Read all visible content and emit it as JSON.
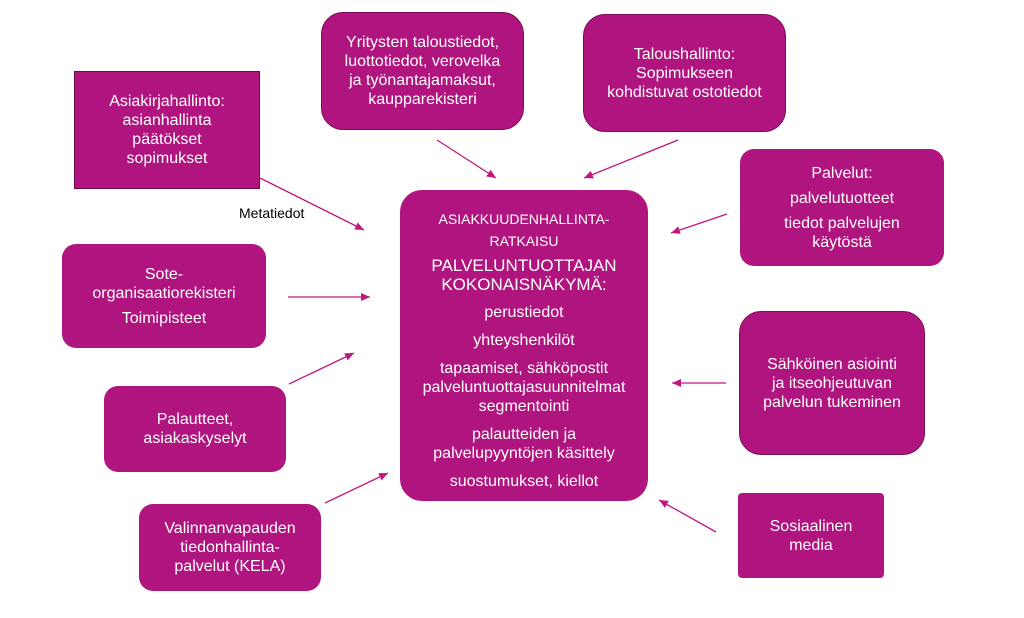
{
  "colors": {
    "box_fill": "#b0157f",
    "arrow": "#c0187f",
    "text": "#ffffff"
  },
  "boxes": {
    "asiakirjahallinto": [
      "Asiakirjahallinto:",
      "asianhallinta",
      "päätökset",
      "sopimukset"
    ],
    "yritysten": [
      "Yritysten taloustiedot,",
      "luottotiedot, verovelka",
      "ja työnantajamaksut,",
      "kaupparekisteri"
    ],
    "taloushallinto": [
      "Taloushallinto:",
      "Sopimukseen",
      "kohdistuvat ostotiedot"
    ],
    "palvelut": {
      "title": "Palvelut:",
      "line1": "palvelutuotteet",
      "line2a": "tiedot palvelujen",
      "line2b": "käytöstä"
    },
    "sote": {
      "line1": "Sote-",
      "line2": "organisaatiorekisteri",
      "line3": "Toimipisteet"
    },
    "palautteet": [
      "Palautteet,",
      "asiakaskyselyt"
    ],
    "valinnanvapaus": [
      "Valinnanvapauden",
      "tiedonhallinta-",
      "palvelut (KELA)"
    ],
    "sahkoinen": [
      "Sähköinen asiointi",
      "ja itseohjeutuvan",
      "palvelun tukeminen"
    ],
    "sosiaalinen": [
      "Sosiaalinen",
      "media"
    ],
    "center": {
      "title1": "ASIAKKUUDENHALLINTA-",
      "title2": "RATKAISU",
      "subtitle1": "PALVELUNTUOTTAJAN",
      "subtitle2": "KOKONAISNÄKYMÄ:",
      "item1": "perustiedot",
      "item2": "yhteyshenkilöt",
      "item3a": "tapaamiset, sähköpostit",
      "item3b": "palveluntuottajasuunnitelmat",
      "item3c": "segmentointi",
      "item4a": "palautteiden ja",
      "item4b": "palvelupyyntöjen käsittely",
      "item5": "suostumukset, kiellot"
    }
  },
  "labels": {
    "metatiedot": "Metatiedot"
  }
}
